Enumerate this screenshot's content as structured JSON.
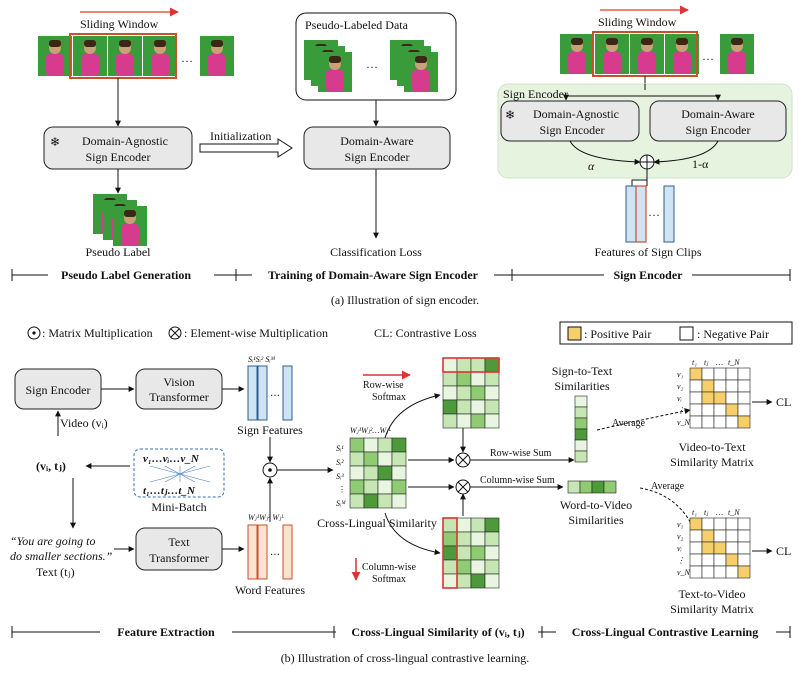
{
  "part_a": {
    "sliding_window_1": "Sliding Window",
    "pseudo_labeled_data": "Pseudo-Labeled Data",
    "sliding_window_2": "Sliding Window",
    "domain_agnostic_encoder_1": [
      "Domain-Agnostic",
      "Sign Encoder"
    ],
    "initialization": "Initialization",
    "domain_aware_encoder": [
      "Domain-Aware",
      "Sign Encoder"
    ],
    "sign_encoder_group": "Sign Encoder",
    "domain_agnostic_encoder_2": [
      "Domain-Agnostic",
      "Sign Encoder"
    ],
    "domain_aware_encoder_2": [
      "Domain-Aware",
      "Sign Encoder"
    ],
    "alpha": "α",
    "one_minus_alpha": "1-α",
    "pseudo_label": "Pseudo Label",
    "classification_loss": "Classification Loss",
    "features_of_sign_clips": "Features of Sign Clips",
    "sections": [
      "Pseudo Label Generation",
      "Training of Domain-Aware Sign Encoder",
      "Sign Encoder"
    ],
    "caption": "(a) Illustration of sign encoder.",
    "ellipsis": "…"
  },
  "part_b": {
    "legend_matrix_mult": ": Matrix Multiplication",
    "legend_elem_mult": ": Element-wise Multiplication",
    "legend_cl": "CL: Contrastive Loss",
    "legend_positive": ": Positive Pair",
    "legend_negative": ": Negative Pair",
    "sign_encoder": "Sign Encoder",
    "vision_transformer": [
      "Vision",
      "Transformer"
    ],
    "text_transformer": [
      "Text",
      "Transformer"
    ],
    "video_label": "Video (vᵢ)",
    "pair_label": "(vᵢ, tⱼ)",
    "minibatch_row1": "v₁…vᵢ…v_N",
    "minibatch_row2": "t₁…tⱼ…t_N",
    "minibatch": "Mini-Batch",
    "quote": [
      "“You are going to",
      "do smaller sections.”"
    ],
    "text_label": "Text (tⱼ)",
    "sign_features": "Sign Features",
    "word_features": "Word Features",
    "sign_feat_header": "Sᵢ¹Sᵢ²     Sᵢᴹ",
    "word_feat_header": "Wⱼ¹Wⱼ²     Wⱼᴸ",
    "cross_header": "Wⱼ¹Wⱼ²…Wⱼᴸ",
    "cross_rows": [
      "Sᵢ¹",
      "Sᵢ²",
      "Sᵢ³",
      "⋮",
      "Sᵢᴹ"
    ],
    "cross_lingual_similarity": "Cross-Lingual Similarity",
    "row_wise_softmax": [
      "Row-wise",
      "Softmax"
    ],
    "column_wise_softmax": [
      "Column-wise",
      "Softmax"
    ],
    "row_wise_sum": "Row-wise Sum",
    "column_wise_sum": "Column-wise Sum",
    "sign_to_text": [
      "Sign-to-Text",
      "Similarities"
    ],
    "word_to_video": [
      "Word-to-Video",
      "Similarities"
    ],
    "average_1": "Average",
    "average_2": "Average",
    "video_to_text_matrix": [
      "Video-to-Text",
      "Similarity Matrix"
    ],
    "text_to_video_matrix": [
      "Text-to-Video",
      "Similarity Matrix"
    ],
    "matrix_cols": [
      "t₁",
      "tⱼ",
      "…",
      "t_N"
    ],
    "matrix_rows": [
      "v₁",
      "v₂",
      "vᵢ",
      "⋮",
      "v_N"
    ],
    "cl_1": "CL",
    "cl_2": "CL",
    "sections": [
      "Feature Extraction",
      "Cross-Lingual Similarity of (vᵢ, tⱼ)",
      "Cross-Lingual Contrastive Learning"
    ],
    "caption": "(b) Illustration of cross-lingual contrastive learning."
  },
  "colors": {
    "frame_bg": "#3a9b3a",
    "person": "#d63b8e",
    "highlight": "#c9502c",
    "green_bg": "#e5f3df",
    "sign_feat": "#cfe3f3",
    "word_feat": "#fbe3d2",
    "positive": "#f6cf6a"
  }
}
